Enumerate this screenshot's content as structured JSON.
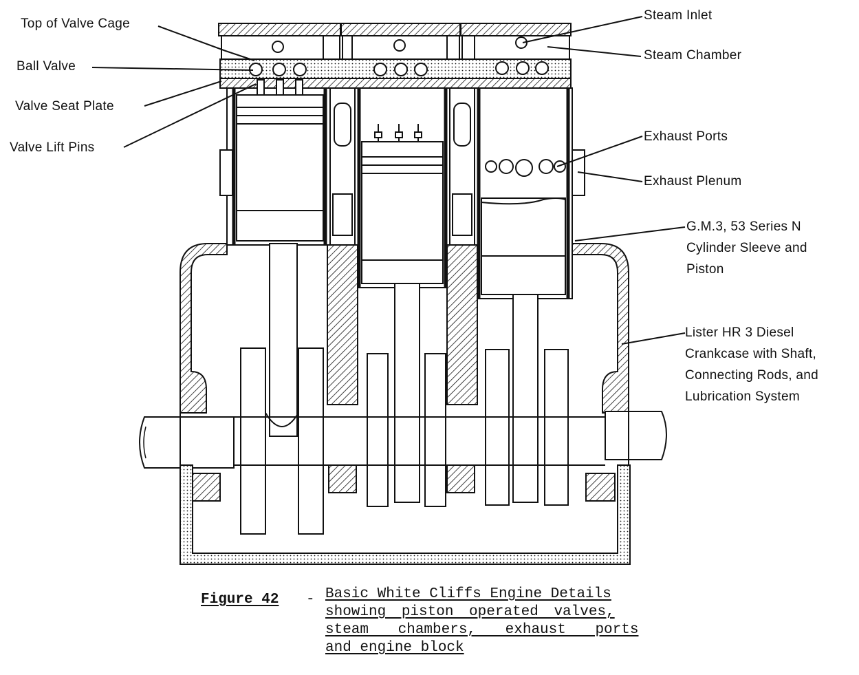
{
  "labels": {
    "top_of_valve_cage": "Top of Valve Cage",
    "ball_valve": "Ball Valve",
    "valve_seat_plate": "Valve Seat Plate",
    "valve_lift_pins": "Valve Lift Pins",
    "steam_inlet": "Steam Inlet",
    "steam_chamber": "Steam Chamber",
    "exhaust_ports": "Exhaust Ports",
    "exhaust_plenum": "Exhaust Plenum",
    "cylinder_sleeve": [
      "G.M.3, 53 Series N",
      "Cylinder Sleeve and",
      "Piston"
    ],
    "crankcase": [
      "Lister HR 3 Diesel",
      "Crankcase with Shaft,",
      "Connecting Rods, and",
      "Lubrication System"
    ]
  },
  "caption": {
    "figure_label": "Figure 42",
    "dash": "-",
    "lines": [
      "Basic White Cliffs Engine Details",
      "showing piston operated valves,",
      "steam chambers, exhaust ports",
      "and engine block"
    ]
  },
  "colors": {
    "ink": "#111111",
    "paper": "#ffffff"
  }
}
